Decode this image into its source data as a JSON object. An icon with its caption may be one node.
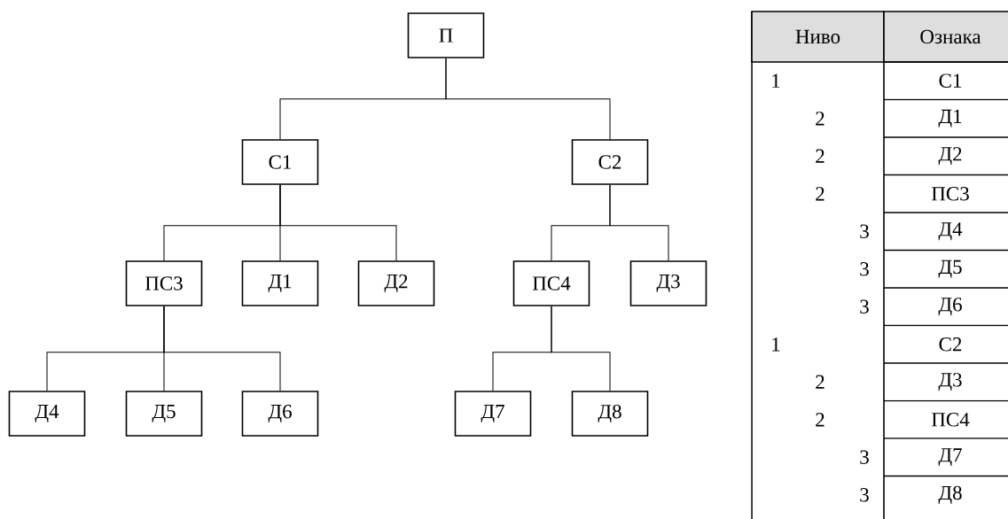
{
  "diagram": {
    "nodes": [
      {
        "text": [
          "П"
        ]
      },
      {
        "text": [
          "С1"
        ]
      },
      {
        "text": [
          "С2"
        ]
      },
      {
        "text": [
          "ПС3"
        ]
      },
      {
        "text": [
          "Д1"
        ]
      },
      {
        "text": [
          "Д2"
        ]
      },
      {
        "text": [
          "ПС4"
        ]
      },
      {
        "text": [
          "Д3"
        ]
      },
      {
        "text": [
          "Д4"
        ]
      },
      {
        "text": [
          "Д5"
        ]
      },
      {
        "text": [
          "Д6"
        ]
      },
      {
        "text": [
          "Д7"
        ]
      },
      {
        "text": [
          "Д8"
        ]
      }
    ],
    "edges": [
      {
        "from": 0,
        "to": 1,
        "arrow": "none"
      },
      {
        "from": 0,
        "to": 2,
        "arrow": "none"
      },
      {
        "from": 1,
        "to": 3,
        "arrow": "none"
      },
      {
        "from": 1,
        "to": 4,
        "arrow": "none"
      },
      {
        "from": 1,
        "to": 5,
        "arrow": "none"
      },
      {
        "from": 2,
        "to": 6,
        "arrow": "none"
      },
      {
        "from": 2,
        "to": 7,
        "arrow": "none"
      },
      {
        "from": 3,
        "to": 8,
        "arrow": "none"
      },
      {
        "from": 3,
        "to": 9,
        "arrow": "none"
      },
      {
        "from": 3,
        "to": 10,
        "arrow": "none"
      },
      {
        "from": 6,
        "to": 11,
        "arrow": "none"
      },
      {
        "from": 6,
        "to": 12,
        "arrow": "none"
      }
    ],
    "labels": [
      "Ниво",
      "Ознака",
      "1",
      "С1",
      "2",
      "Д1",
      "2",
      "Д2",
      "2",
      "ПС3",
      "3",
      "Д4",
      "3",
      "Д5",
      "3",
      "Д6",
      "1",
      "С2",
      "2",
      "Д3",
      "2",
      "ПС4",
      "3",
      "Д7",
      "3",
      "Д8"
    ]
  }
}
